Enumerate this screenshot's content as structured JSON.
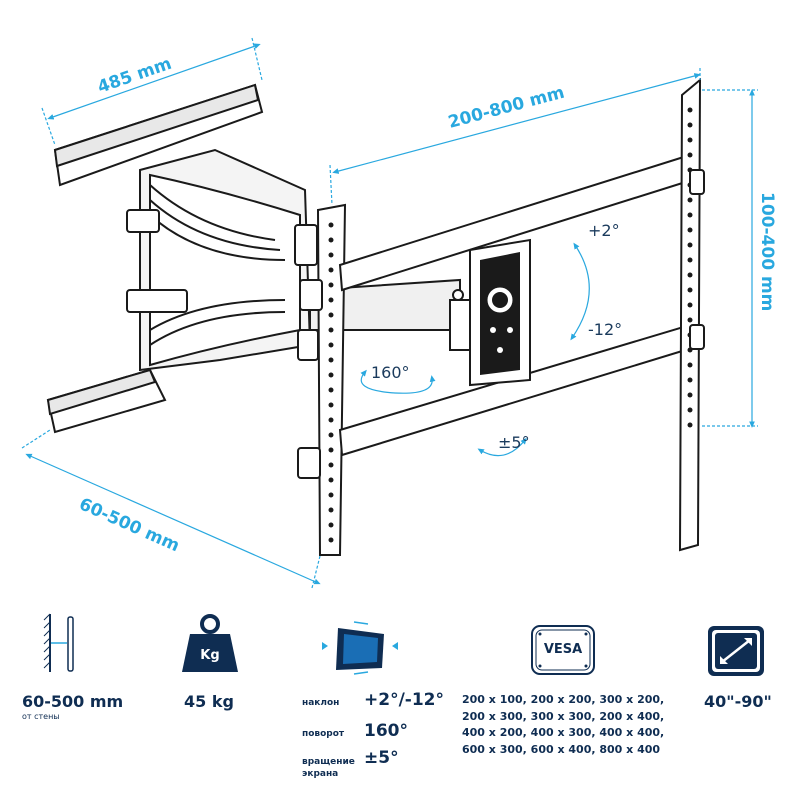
{
  "dimensions": {
    "depth_top": "485 mm",
    "width": "200-800 mm",
    "height": "100-400 mm",
    "extension": "60-500 mm"
  },
  "angles": {
    "tilt_up": "+2°",
    "tilt_down": "-12°",
    "swivel": "160°",
    "rotation": "±5°"
  },
  "specs": {
    "distance": {
      "value": "60-500 mm",
      "caption": "от стены"
    },
    "load": {
      "icon_text": "Kg",
      "value": "45 kg"
    },
    "motion": {
      "tilt_label": "наклон",
      "tilt_value": "+2°/-12°",
      "swivel_label": "поворот",
      "swivel_value": "160°",
      "rotation_label_1": "вращение",
      "rotation_label_2": "экрана",
      "rotation_value": "±5°"
    },
    "vesa": {
      "badge": "VESA",
      "sizes": [
        "200 x 100, 200 x 200, 300 x 200,",
        "200 x 300, 300 x 300, 200 x 400,",
        "400 x 200, 400 x 300, 400 x 400,",
        "600 x 300, 600 x 400, 800 x 400"
      ]
    },
    "screen": {
      "value": "40\"-90\""
    }
  },
  "colors": {
    "accent": "#29a8df",
    "dark": "#0f2d52",
    "line": "#1a1a1a"
  }
}
